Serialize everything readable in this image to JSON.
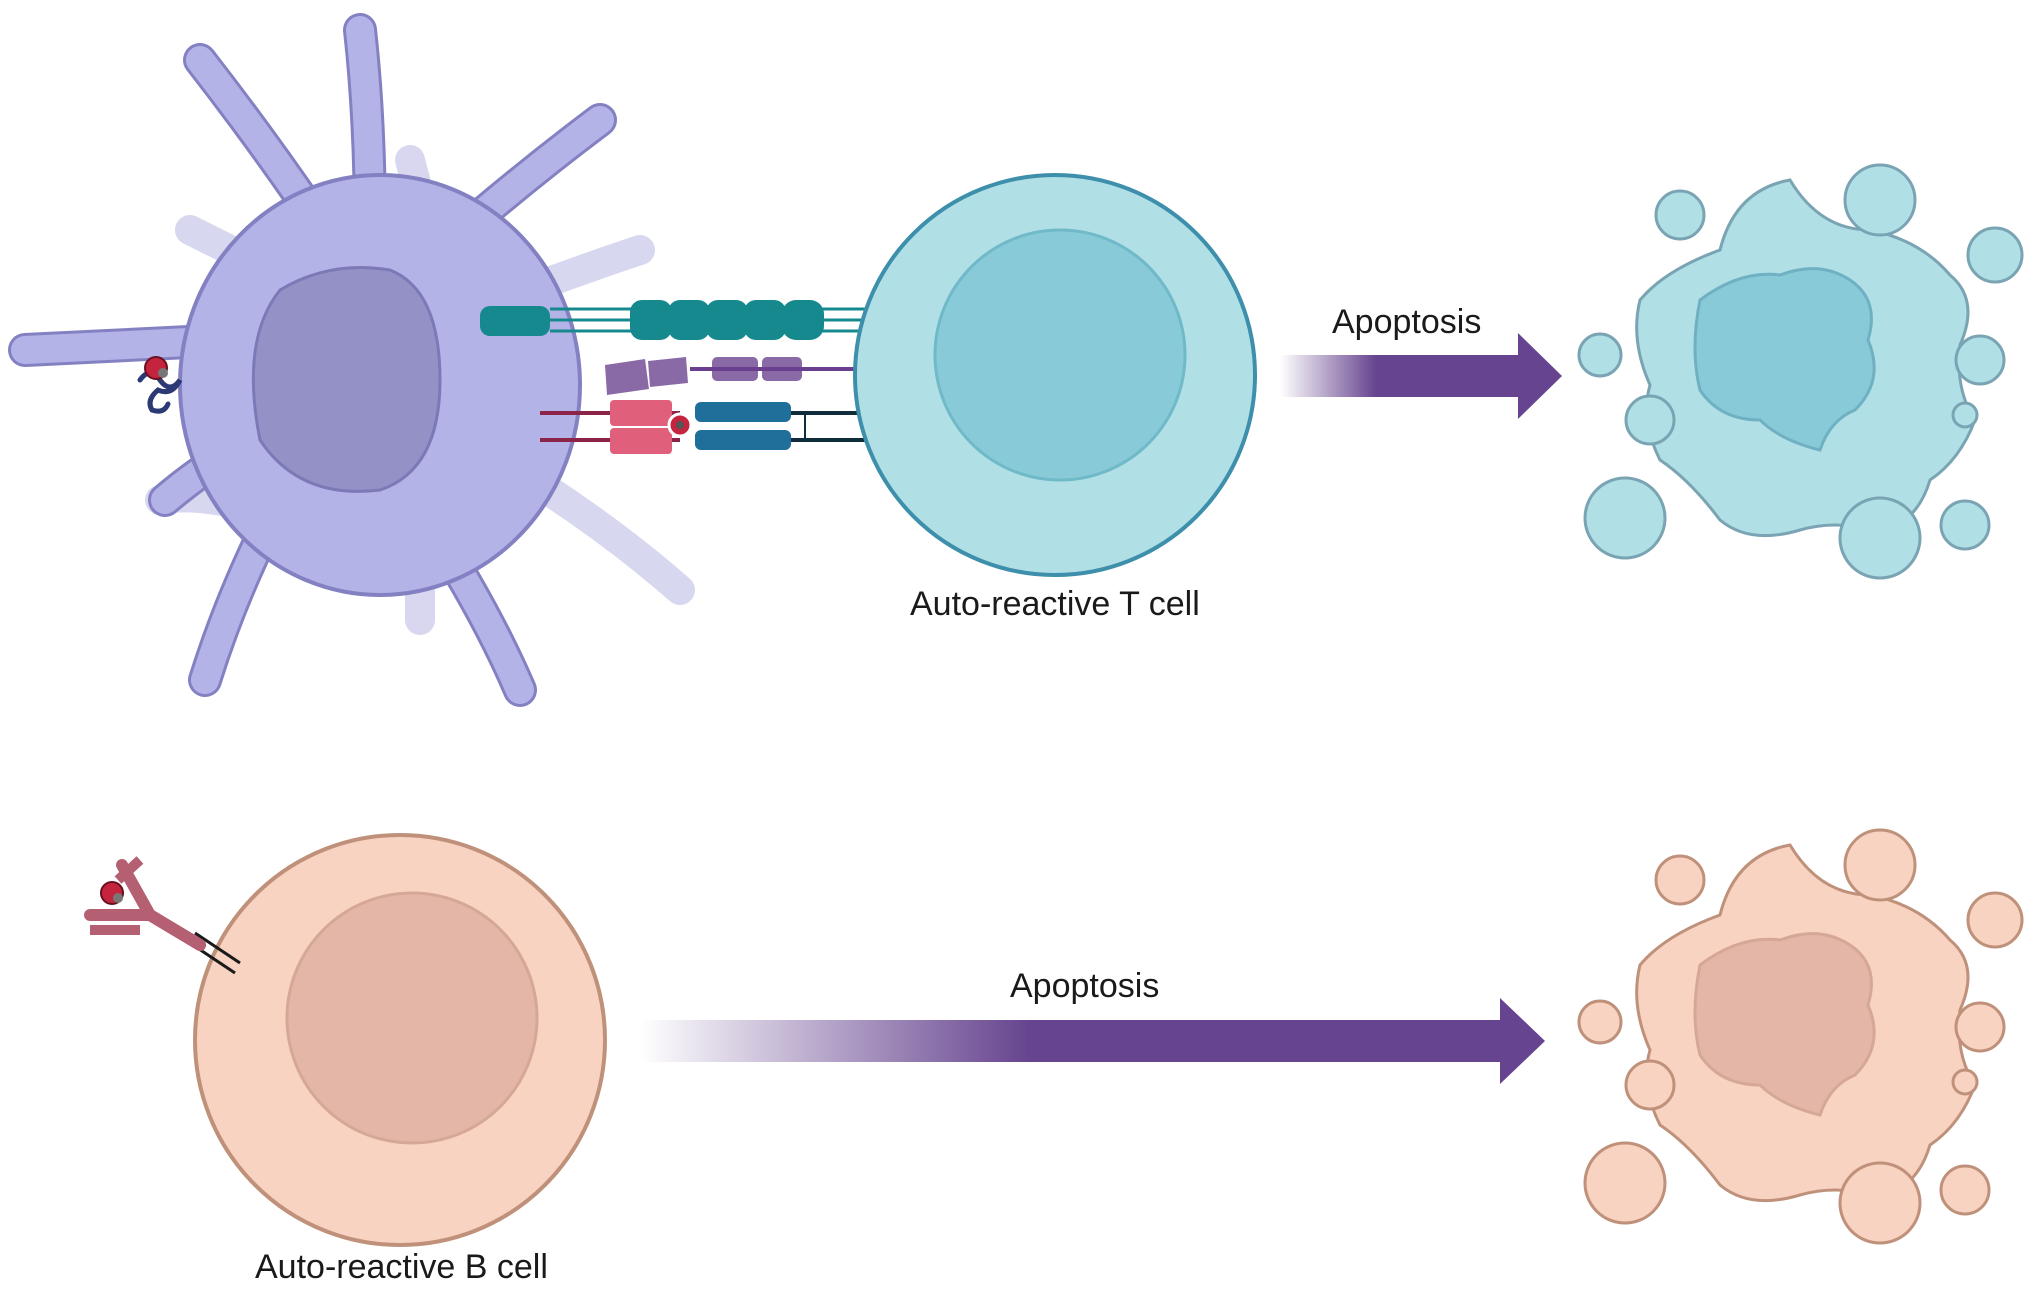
{
  "labels": {
    "t_cell": "Auto-reactive T cell",
    "b_cell": "Auto-reactive B cell",
    "apoptosis_top": "Apoptosis",
    "apoptosis_bottom": "Apoptosis"
  },
  "colors": {
    "dendritic_fill": "#b4b3e8",
    "dendritic_stroke": "#8381c2",
    "dendritic_nucleus": "#9391c6",
    "t_cell_fill": "#b0dfe6",
    "t_cell_stroke": "#3e8fab",
    "t_cell_nucleus": "#88cad8",
    "b_cell_fill": "#f9d3c1",
    "b_cell_stroke": "#bf917a",
    "b_cell_nucleus": "#e3b6a8",
    "arrow": "#66448f",
    "teal_receptor": "#16898e",
    "purple_receptor": "#8a6aa6",
    "pink_receptor": "#e05f7a",
    "blue_receptor": "#1f6f9a",
    "antibody": "#b55f72",
    "antigen": "#c4243e"
  },
  "icons": [
    "dendritic-cell-icon",
    "t-cell-icon",
    "b-cell-icon",
    "apoptotic-t-cell-icon",
    "apoptotic-b-cell-icon",
    "antibody-icon",
    "antigen-icon"
  ]
}
